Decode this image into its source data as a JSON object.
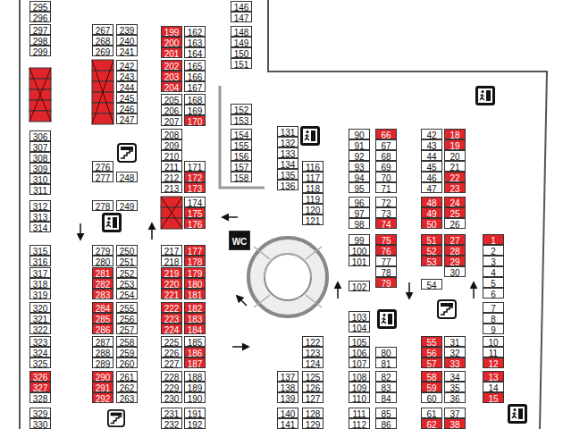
{
  "diagram": {
    "nodes": [
      {
        "text": [
          "295"
        ]
      },
      {
        "text": [
          "296"
        ]
      },
      {
        "text": [
          "297"
        ]
      },
      {
        "text": [
          "298"
        ]
      },
      {
        "text": [
          "299"
        ]
      },
      {
        "text": [
          "306"
        ]
      },
      {
        "text": [
          "307"
        ]
      },
      {
        "text": [
          "308"
        ]
      },
      {
        "text": [
          "309"
        ]
      },
      {
        "text": [
          "310"
        ]
      },
      {
        "text": [
          "311"
        ]
      },
      {
        "text": [
          "312"
        ]
      },
      {
        "text": [
          "313"
        ]
      },
      {
        "text": [
          "314"
        ]
      },
      {
        "text": [
          "315"
        ]
      },
      {
        "text": [
          "316"
        ]
      },
      {
        "text": [
          "317"
        ]
      },
      {
        "text": [
          "318"
        ]
      },
      {
        "text": [
          "319"
        ]
      },
      {
        "text": [
          "320"
        ]
      },
      {
        "text": [
          "321"
        ]
      },
      {
        "text": [
          "322"
        ]
      },
      {
        "text": [
          "323"
        ]
      },
      {
        "text": [
          "324"
        ]
      },
      {
        "text": [
          "325"
        ]
      },
      {
        "text": [
          "326"
        ]
      },
      {
        "text": [
          "327"
        ]
      },
      {
        "text": [
          "328"
        ]
      },
      {
        "text": [
          "329"
        ]
      },
      {
        "text": [
          "330"
        ]
      },
      {
        "text": [
          "267"
        ]
      },
      {
        "text": [
          "268"
        ]
      },
      {
        "text": [
          "269"
        ]
      },
      {
        "text": [
          "276"
        ]
      },
      {
        "text": [
          "277"
        ]
      },
      {
        "text": [
          "278"
        ]
      },
      {
        "text": [
          "279"
        ]
      },
      {
        "text": [
          "280"
        ]
      },
      {
        "text": [
          "281"
        ]
      },
      {
        "text": [
          "282"
        ]
      },
      {
        "text": [
          "283"
        ]
      },
      {
        "text": [
          "284"
        ]
      },
      {
        "text": [
          "285"
        ]
      },
      {
        "text": [
          "286"
        ]
      },
      {
        "text": [
          "287"
        ]
      },
      {
        "text": [
          "288"
        ]
      },
      {
        "text": [
          "289"
        ]
      },
      {
        "text": [
          "290"
        ]
      },
      {
        "text": [
          "291"
        ]
      },
      {
        "text": [
          "292"
        ]
      },
      {
        "text": [
          "239"
        ]
      },
      {
        "text": [
          "240"
        ]
      },
      {
        "text": [
          "241"
        ]
      },
      {
        "text": [
          "242"
        ]
      },
      {
        "text": [
          "243"
        ]
      },
      {
        "text": [
          "244"
        ]
      },
      {
        "text": [
          "245"
        ]
      },
      {
        "text": [
          "246"
        ]
      },
      {
        "text": [
          "247"
        ]
      },
      {
        "text": [
          "248"
        ]
      },
      {
        "text": [
          "249"
        ]
      },
      {
        "text": [
          "250"
        ]
      },
      {
        "text": [
          "251"
        ]
      },
      {
        "text": [
          "252"
        ]
      },
      {
        "text": [
          "253"
        ]
      },
      {
        "text": [
          "254"
        ]
      },
      {
        "text": [
          "255"
        ]
      },
      {
        "text": [
          "256"
        ]
      },
      {
        "text": [
          "257"
        ]
      },
      {
        "text": [
          "258"
        ]
      },
      {
        "text": [
          "259"
        ]
      },
      {
        "text": [
          "260"
        ]
      },
      {
        "text": [
          "261"
        ]
      },
      {
        "text": [
          "262"
        ]
      },
      {
        "text": [
          "263"
        ]
      },
      {
        "text": [
          "199"
        ]
      },
      {
        "text": [
          "200"
        ]
      },
      {
        "text": [
          "201"
        ]
      },
      {
        "text": [
          "202"
        ]
      },
      {
        "text": [
          "203"
        ]
      },
      {
        "text": [
          "204"
        ]
      },
      {
        "text": [
          "205"
        ]
      },
      {
        "text": [
          "206"
        ]
      },
      {
        "text": [
          "207"
        ]
      },
      {
        "text": [
          "208"
        ]
      },
      {
        "text": [
          "209"
        ]
      },
      {
        "text": [
          "210"
        ]
      },
      {
        "text": [
          "211"
        ]
      },
      {
        "text": [
          "212"
        ]
      },
      {
        "text": [
          "213"
        ]
      },
      {
        "text": [
          "217"
        ]
      },
      {
        "text": [
          "218"
        ]
      },
      {
        "text": [
          "219"
        ]
      },
      {
        "text": [
          "220"
        ]
      },
      {
        "text": [
          "221"
        ]
      },
      {
        "text": [
          "222"
        ]
      },
      {
        "text": [
          "223"
        ]
      },
      {
        "text": [
          "224"
        ]
      },
      {
        "text": [
          "225"
        ]
      },
      {
        "text": [
          "226"
        ]
      },
      {
        "text": [
          "227"
        ]
      },
      {
        "text": [
          "228"
        ]
      },
      {
        "text": [
          "229"
        ]
      },
      {
        "text": [
          "230"
        ]
      },
      {
        "text": [
          "231"
        ]
      },
      {
        "text": [
          "232"
        ]
      },
      {
        "text": [
          "162"
        ]
      },
      {
        "text": [
          "163"
        ]
      },
      {
        "text": [
          "164"
        ]
      },
      {
        "text": [
          "165"
        ]
      },
      {
        "text": [
          "166"
        ]
      },
      {
        "text": [
          "167"
        ]
      },
      {
        "text": [
          "168"
        ]
      },
      {
        "text": [
          "169"
        ]
      },
      {
        "text": [
          "170"
        ]
      },
      {
        "text": [
          "171"
        ]
      },
      {
        "text": [
          "172"
        ]
      },
      {
        "text": [
          "173"
        ]
      },
      {
        "text": [
          "174"
        ]
      },
      {
        "text": [
          "175"
        ]
      },
      {
        "text": [
          "176"
        ]
      },
      {
        "text": [
          "177"
        ]
      },
      {
        "text": [
          "178"
        ]
      },
      {
        "text": [
          "179"
        ]
      },
      {
        "text": [
          "180"
        ]
      },
      {
        "text": [
          "181"
        ]
      },
      {
        "text": [
          "182"
        ]
      },
      {
        "text": [
          "183"
        ]
      },
      {
        "text": [
          "184"
        ]
      },
      {
        "text": [
          "185"
        ]
      },
      {
        "text": [
          "186"
        ]
      },
      {
        "text": [
          "187"
        ]
      },
      {
        "text": [
          "188"
        ]
      },
      {
        "text": [
          "189"
        ]
      },
      {
        "text": [
          "190"
        ]
      },
      {
        "text": [
          "191"
        ]
      },
      {
        "text": [
          "192"
        ]
      },
      {
        "text": [
          "146"
        ]
      },
      {
        "text": [
          "147"
        ]
      },
      {
        "text": [
          "148"
        ]
      },
      {
        "text": [
          "149"
        ]
      },
      {
        "text": [
          "150"
        ]
      },
      {
        "text": [
          "151"
        ]
      },
      {
        "text": [
          "152"
        ]
      },
      {
        "text": [
          "153"
        ]
      },
      {
        "text": [
          "154"
        ]
      },
      {
        "text": [
          "155"
        ]
      },
      {
        "text": [
          "156"
        ]
      },
      {
        "text": [
          "157"
        ]
      },
      {
        "text": [
          "158"
        ]
      },
      {
        "text": [
          "131"
        ]
      },
      {
        "text": [
          "132"
        ]
      },
      {
        "text": [
          "133"
        ]
      },
      {
        "text": [
          "134"
        ]
      },
      {
        "text": [
          "135"
        ]
      },
      {
        "text": [
          "136"
        ]
      },
      {
        "text": [
          "137"
        ]
      },
      {
        "text": [
          "138"
        ]
      },
      {
        "text": [
          "139"
        ]
      },
      {
        "text": [
          "140"
        ]
      },
      {
        "text": [
          "141"
        ]
      },
      {
        "text": [
          "116"
        ]
      },
      {
        "text": [
          "117"
        ]
      },
      {
        "text": [
          "118"
        ]
      },
      {
        "text": [
          "119"
        ]
      },
      {
        "text": [
          "120"
        ]
      },
      {
        "text": [
          "121"
        ]
      },
      {
        "text": [
          "122"
        ]
      },
      {
        "text": [
          "123"
        ]
      },
      {
        "text": [
          "124"
        ]
      },
      {
        "text": [
          "125"
        ]
      },
      {
        "text": [
          "126"
        ]
      },
      {
        "text": [
          "127"
        ]
      },
      {
        "text": [
          "128"
        ]
      },
      {
        "text": [
          "129"
        ]
      },
      {
        "text": [
          "90"
        ]
      },
      {
        "text": [
          "91"
        ]
      },
      {
        "text": [
          "92"
        ]
      },
      {
        "text": [
          "93"
        ]
      },
      {
        "text": [
          "94"
        ]
      },
      {
        "text": [
          "95"
        ]
      },
      {
        "text": [
          "96"
        ]
      },
      {
        "text": [
          "97"
        ]
      },
      {
        "text": [
          "98"
        ]
      },
      {
        "text": [
          "99"
        ]
      },
      {
        "text": [
          "100"
        ]
      },
      {
        "text": [
          "101"
        ]
      },
      {
        "text": [
          "102"
        ]
      },
      {
        "text": [
          "103"
        ]
      },
      {
        "text": [
          "104"
        ]
      },
      {
        "text": [
          "105"
        ]
      },
      {
        "text": [
          "106"
        ]
      },
      {
        "text": [
          "107"
        ]
      },
      {
        "text": [
          "108"
        ]
      },
      {
        "text": [
          "109"
        ]
      },
      {
        "text": [
          "110"
        ]
      },
      {
        "text": [
          "111"
        ]
      },
      {
        "text": [
          "112"
        ]
      },
      {
        "text": [
          "66"
        ]
      },
      {
        "text": [
          "67"
        ]
      },
      {
        "text": [
          "68"
        ]
      },
      {
        "text": [
          "69"
        ]
      },
      {
        "text": [
          "70"
        ]
      },
      {
        "text": [
          "71"
        ]
      },
      {
        "text": [
          "72"
        ]
      },
      {
        "text": [
          "73"
        ]
      },
      {
        "text": [
          "74"
        ]
      },
      {
        "text": [
          "75"
        ]
      },
      {
        "text": [
          "76"
        ]
      },
      {
        "text": [
          "77"
        ]
      },
      {
        "text": [
          "78"
        ]
      },
      {
        "text": [
          "79"
        ]
      },
      {
        "text": [
          "80"
        ]
      },
      {
        "text": [
          "81"
        ]
      },
      {
        "text": [
          "82"
        ]
      },
      {
        "text": [
          "83"
        ]
      },
      {
        "text": [
          "84"
        ]
      },
      {
        "text": [
          "85"
        ]
      },
      {
        "text": [
          "86"
        ]
      },
      {
        "text": [
          "42"
        ]
      },
      {
        "text": [
          "43"
        ]
      },
      {
        "text": [
          "44"
        ]
      },
      {
        "text": [
          "45"
        ]
      },
      {
        "text": [
          "46"
        ]
      },
      {
        "text": [
          "47"
        ]
      },
      {
        "text": [
          "48"
        ]
      },
      {
        "text": [
          "49"
        ]
      },
      {
        "text": [
          "50"
        ]
      },
      {
        "text": [
          "51"
        ]
      },
      {
        "text": [
          "52"
        ]
      },
      {
        "text": [
          "53"
        ]
      },
      {
        "text": [
          "54"
        ]
      },
      {
        "text": [
          "55"
        ]
      },
      {
        "text": [
          "56"
        ]
      },
      {
        "text": [
          "57"
        ]
      },
      {
        "text": [
          "58"
        ]
      },
      {
        "text": [
          "59"
        ]
      },
      {
        "text": [
          "60"
        ]
      },
      {
        "text": [
          "61"
        ]
      },
      {
        "text": [
          "62"
        ]
      },
      {
        "text": [
          "18"
        ]
      },
      {
        "text": [
          "19"
        ]
      },
      {
        "text": [
          "20"
        ]
      },
      {
        "text": [
          "21"
        ]
      },
      {
        "text": [
          "22"
        ]
      },
      {
        "text": [
          "23"
        ]
      },
      {
        "text": [
          "24"
        ]
      },
      {
        "text": [
          "25"
        ]
      },
      {
        "text": [
          "26"
        ]
      },
      {
        "text": [
          "27"
        ]
      },
      {
        "text": [
          "28"
        ]
      },
      {
        "text": [
          "29"
        ]
      },
      {
        "text": [
          "30"
        ]
      },
      {
        "text": [
          "31"
        ]
      },
      {
        "text": [
          "32"
        ]
      },
      {
        "text": [
          "33"
        ]
      },
      {
        "text": [
          "34"
        ]
      },
      {
        "text": [
          "35"
        ]
      },
      {
        "text": [
          "36"
        ]
      },
      {
        "text": [
          "37"
        ]
      },
      {
        "text": [
          "38"
        ]
      },
      {
        "text": [
          "1"
        ]
      },
      {
        "text": [
          "2"
        ]
      },
      {
        "text": [
          "3"
        ]
      },
      {
        "text": [
          "4"
        ]
      },
      {
        "text": [
          "5"
        ]
      },
      {
        "text": [
          "6"
        ]
      },
      {
        "text": [
          "7"
        ]
      },
      {
        "text": [
          "8"
        ]
      },
      {
        "text": [
          "9"
        ]
      },
      {
        "text": [
          "10"
        ]
      },
      {
        "text": [
          "11"
        ]
      },
      {
        "text": [
          "12"
        ]
      },
      {
        "text": [
          "13"
        ]
      },
      {
        "text": [
          "14"
        ]
      },
      {
        "text": [
          "15"
        ]
      },
      {
        "text": [
          "WC"
        ]
      }
    ]
  }
}
